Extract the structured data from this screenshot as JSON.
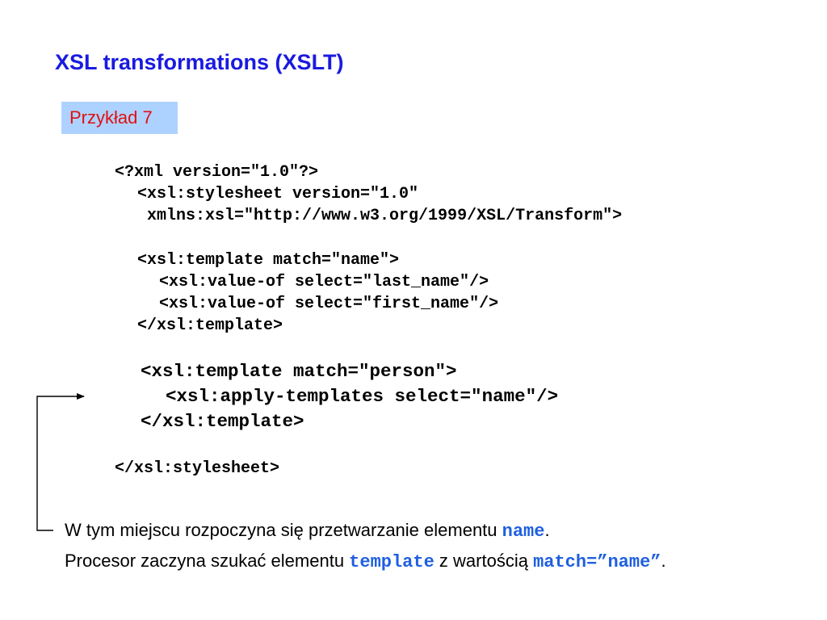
{
  "title": "XSL transformations (XSLT)",
  "badge": "Przykład 7",
  "code": {
    "l1": "<?xml version=\"1.0\"?>",
    "l2": "<xsl:stylesheet version=\"1.0\"",
    "l3": "xmlns:xsl=\"http://www.w3.org/1999/XSL/Transform\">",
    "l4": "<xsl:template match=\"name\">",
    "l5": "<xsl:value-of select=\"last_name\"/>",
    "l6": "<xsl:value-of select=\"first_name\"/>",
    "l7": "</xsl:template>",
    "l8": "<xsl:template match=\"person\">",
    "l9": "<xsl:apply-templates select=\"name\"/>",
    "l10": "</xsl:template>",
    "l11": "</xsl:stylesheet>"
  },
  "notes": {
    "line1": {
      "text": "W tym miejscu rozpoczyna się przetwarzanie elementu ",
      "kw": "name",
      "end": "."
    },
    "line2": {
      "text": "Procesor zaczyna szukać elementu ",
      "kw1": "template",
      "mid": " z wartością ",
      "kw2": "match=”name”",
      "end": "."
    }
  },
  "colors": {
    "title": "#1a1ae0",
    "badge_bg": "#aed2ff",
    "badge_text": "#e01010",
    "keyword": "#1f5fe0"
  }
}
